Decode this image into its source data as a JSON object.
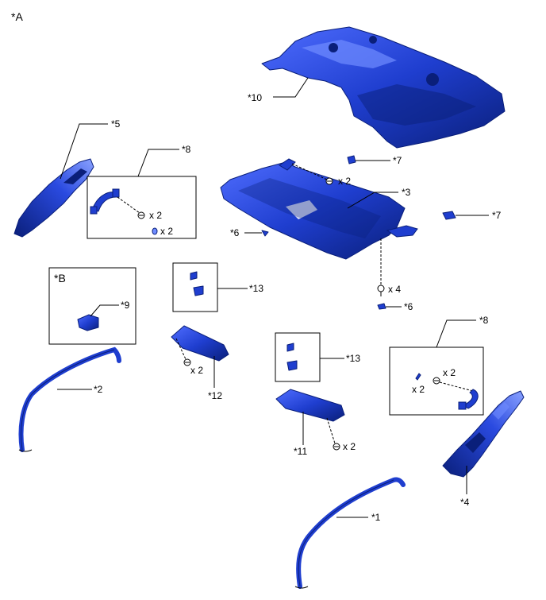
{
  "view_label": "*A",
  "inset_label": "*B",
  "parts": {
    "p1": "*1",
    "p2": "*2",
    "p3": "*3",
    "p4": "*4",
    "p5": "*5",
    "p6a": "*6",
    "p6b": "*6",
    "p7a": "*7",
    "p7b": "*7",
    "p8a": "*8",
    "p8b": "*8",
    "p9": "*9",
    "p10": "*10",
    "p11": "*11",
    "p12": "*12",
    "p13a": "*13",
    "p13b": "*13"
  },
  "quantities": {
    "q_clip_top": "x 2",
    "q_box8a_screw": "x 2",
    "q_box8a_cap": "x 2",
    "q_bolt3": "x 4",
    "q_visor12": "x 2",
    "q_visor11": "x 2",
    "q_box8b_screw": "x 2",
    "q_box8b_cap": "x 2"
  },
  "colors": {
    "part_fill": "#1f3ecf",
    "part_dark": "#0a1f7a",
    "part_light": "#6f8cff"
  }
}
